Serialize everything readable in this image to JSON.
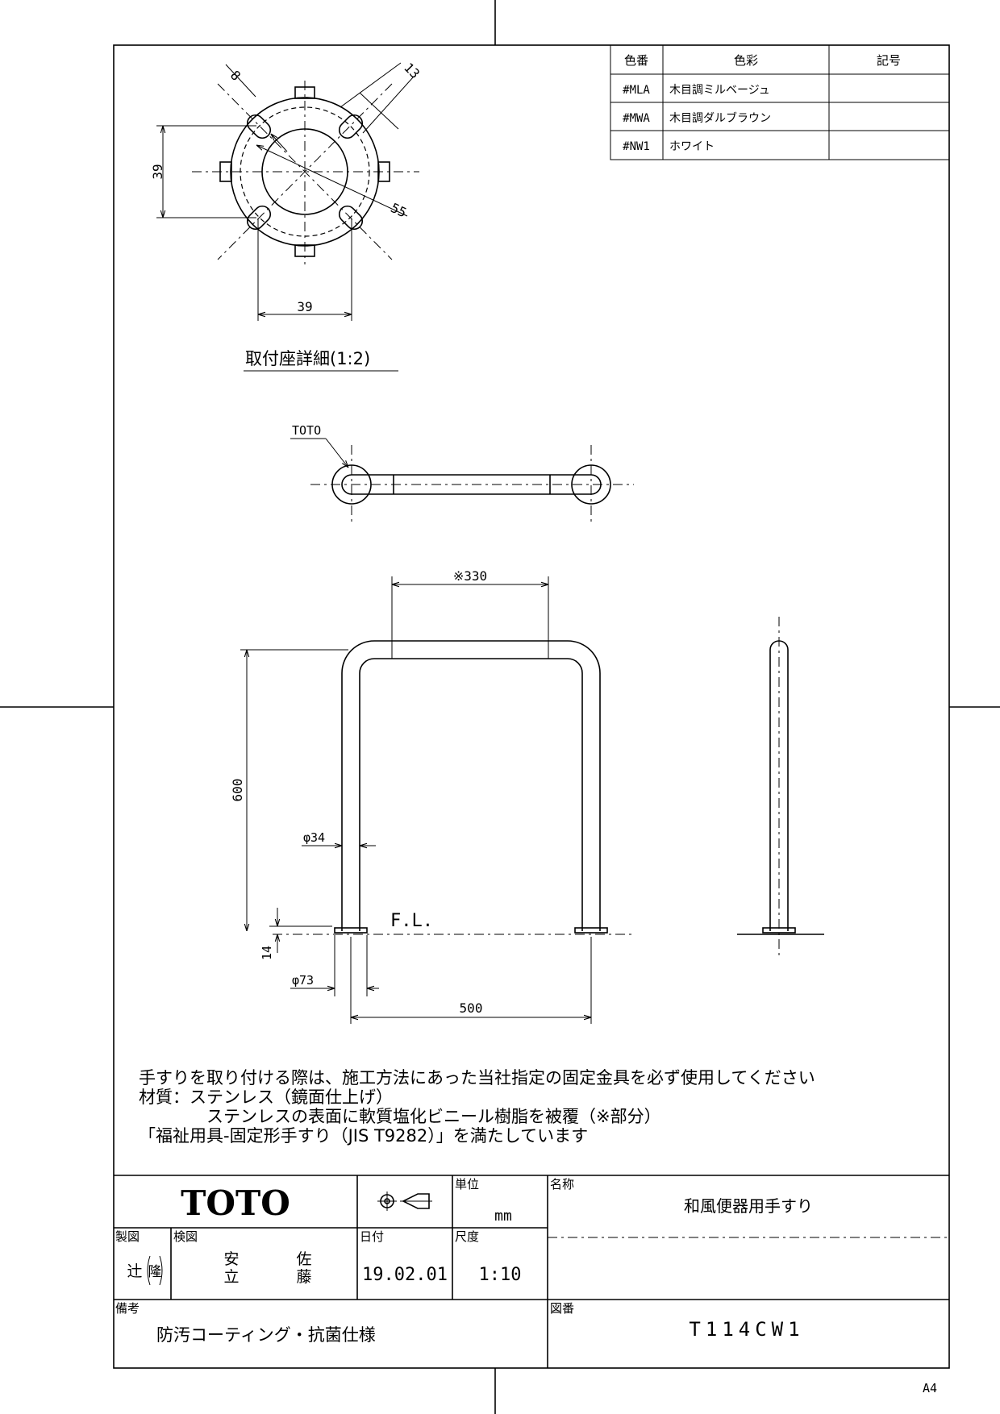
{
  "color_table": {
    "headers": [
      "色番",
      "色彩",
      "記号"
    ],
    "rows": [
      {
        "code": "#MLA",
        "name": "木目調ミルベージュ",
        "symbol": ""
      },
      {
        "code": "#MWA",
        "name": "木目調ダルブラウン",
        "symbol": ""
      },
      {
        "code": "#NW1",
        "name": "ホワイト",
        "symbol": ""
      }
    ]
  },
  "detail": {
    "title": "取付座詳細(1:2)",
    "dims": {
      "slot": "8",
      "width": "13",
      "vertical": "39",
      "horizontal": "39",
      "diameter": "55"
    }
  },
  "plan": {
    "brand_label": "TOTO"
  },
  "front": {
    "dims": {
      "coated": "※330",
      "height": "600",
      "pipe": "φ34",
      "base_thickness": "14",
      "base_dia": "φ73",
      "span": "500"
    },
    "floor_label": "F.L."
  },
  "notes": [
    "手すりを取り付ける際は、施工方法にあった当社指定の固定金具を必ず使用してください",
    "材質：ステンレス（鏡面仕上げ）",
    "ステンレスの表面に軟質塩化ビニール樹脂を被覆（※部分）",
    "「福祉用具-固定形手すり（JIS T9282）」を満たしています"
  ],
  "title_block": {
    "logo": "TOTO",
    "unit_label": "単位",
    "unit": "mm",
    "name_label": "名称",
    "name": "和風便器用手すり",
    "drawn_label": "製図",
    "drawn_by": [
      "辻",
      "隆"
    ],
    "checked_label": "検図",
    "checked_by": [
      "安",
      "立",
      "佐",
      "藤"
    ],
    "date_label": "日付",
    "date": "19.02.01",
    "scale_label": "尺度",
    "scale": "1:10",
    "remarks_label": "備考",
    "remarks": "防汚コーティング・抗菌仕様",
    "drawing_no_label": "図番",
    "drawing_no": "T114CW1"
  },
  "paper_size": "A4"
}
